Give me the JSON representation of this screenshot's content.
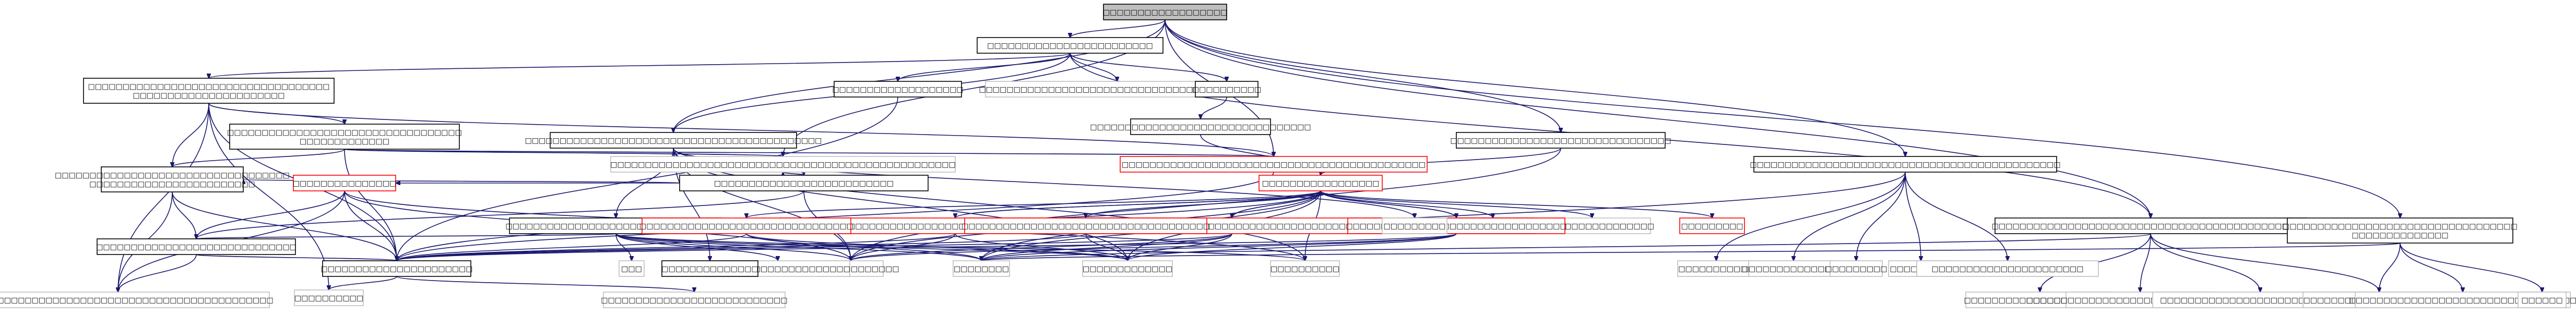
{
  "colors": {
    "edge": "#191970",
    "border_normal": "#000000",
    "border_truncated": "#ff0000",
    "border_external": "#bfbfbf",
    "fill_root": "#bfbfbf",
    "fill_default": "#ffffff"
  },
  "nodes": [
    {
      "id": "root",
      "lines": [
        "□□□□□□□□□□□□□□□□□□"
      ],
      "kind": "root"
    },
    {
      "id": "n1",
      "lines": [
        "□□□□□□□□□□□□□□□□□□□□□□□□"
      ],
      "kind": "normal"
    },
    {
      "id": "n2",
      "lines": [
        "□□□□□□□□□□□□□□□□□□□□□□□□□□□□□□□□□□□",
        "□□□□□□□□□□□□□□□□□□□□□□"
      ],
      "kind": "normal"
    },
    {
      "id": "n3",
      "lines": [
        "□□□□□□□□□□□□□□□□□□□"
      ],
      "kind": "normal"
    },
    {
      "id": "n4",
      "lines": [
        "□□□□□□□□□□□□□□□□□□□□□□□□□□□□□□□□□□□□□□□□"
      ],
      "kind": "external"
    },
    {
      "id": "n5",
      "lines": [
        "□□□□□□□□□□"
      ],
      "kind": "normal"
    },
    {
      "id": "n6",
      "lines": [
        "□□□□□□□□□□□□□□□□□□□□□□□□□□□□□□□□"
      ],
      "kind": "normal"
    },
    {
      "id": "n7",
      "lines": [
        "□□□□□□□□□□□□□□□□□□□□□□□□□□□□□□□□"
      ],
      "kind": "normal"
    },
    {
      "id": "n8",
      "lines": [
        "□□□□□□□□□□□□□□□□□□□□□□□□□□□□□□□□□□□□□□□□□□□"
      ],
      "kind": "normal"
    },
    {
      "id": "n9",
      "lines": [
        "□□□□□□□□□□□□□□□□□□□□□□□□□□□□□□□□□□",
        "□□□□□□□□□□□□□"
      ],
      "kind": "normal"
    },
    {
      "id": "n10",
      "lines": [
        "□□□□□□□□□□□□□□□□□□□□□□□□□□"
      ],
      "kind": "normal"
    },
    {
      "id": "n11",
      "lines": [
        "□□□□□□□□□□□□□□□□□□□□□□□□□□□□□□□□□□",
        "□□□□□□□□□□□□□□□□□□□□□□□□"
      ],
      "kind": "normal"
    },
    {
      "id": "n12",
      "lines": [
        "□□□□□□□□□□□□□□□□□□□□□□□□□□□□□□□□□□□□□□□□□□□□"
      ],
      "kind": "truncated"
    },
    {
      "id": "n13",
      "lines": [
        "□□□□□□□□□□□□□□□"
      ],
      "kind": "truncated"
    },
    {
      "id": "n14",
      "lines": [
        "□□□□□□□□□□□□□□□□□□□□□□□□□□□□□□□□□□□□□□□□□□□□□□□□□□"
      ],
      "kind": "external"
    },
    {
      "id": "n15",
      "lines": [
        "□□□□□□□□□□□□□□□□□"
      ],
      "kind": "truncated"
    },
    {
      "id": "n16",
      "lines": [
        "□□□□□□□□□□□□□□□□□□□□□□□□□□□□□□□□□□□□□□□□□□□□□"
      ],
      "kind": "normal"
    },
    {
      "id": "n17",
      "lines": [
        "□□□□□□□□□□□□□□□□□□□□□□□□□□□□□□□□"
      ],
      "kind": "normal"
    },
    {
      "id": "n18",
      "lines": [
        "□□□□□□□□□□□□□□□□□□□□□□□□□□□□□□□□□□□□□□□□□□□□□□□□□□□"
      ],
      "kind": "truncated"
    },
    {
      "id": "n19",
      "lines": [
        "□□□□□□□□□□□□□"
      ],
      "kind": "normal"
    },
    {
      "id": "n20",
      "lines": [
        "□□□□□□□□□□□□□□□□□□"
      ],
      "kind": "external"
    },
    {
      "id": "n21",
      "lines": [
        "□□□□□□□□□□□□□□□□□□□□□□□□□□□□□□□□□□□□□□□□□□□□□"
      ],
      "kind": "truncated"
    },
    {
      "id": "n22",
      "lines": [
        "□□□□□□□□□□□□□□□□□□□□□□□□□□□□□□□"
      ],
      "kind": "truncated"
    },
    {
      "id": "n23",
      "lines": [
        "□□□□□□□□□□□□□□□□□□□□□□□□□□□□□□□□"
      ],
      "kind": "truncated"
    },
    {
      "id": "n24",
      "lines": [
        "□□□□□□□□□□□□□□□□□□□□□□□□□□□□□□□□□□□□"
      ],
      "kind": "truncated"
    },
    {
      "id": "n25",
      "lines": [
        "□□□□□□□□□□"
      ],
      "kind": "external"
    },
    {
      "id": "n26",
      "lines": [
        "□□□□□□□□□"
      ],
      "kind": "truncated"
    },
    {
      "id": "n27",
      "lines": [
        "□□□□□□□□□□□□□□□□□□□□□□"
      ],
      "kind": "normal"
    },
    {
      "id": "n28",
      "lines": [
        "□□□□□□□□□□□□□□"
      ],
      "kind": "external"
    },
    {
      "id": "n29",
      "lines": [
        "□□□□□□□□□□□□□"
      ],
      "kind": "external"
    },
    {
      "id": "n30",
      "lines": [
        "□□□□□□□□"
      ],
      "kind": "external"
    },
    {
      "id": "n31",
      "lines": [
        "□□□□□□□□□□□□□□□□□□□□□□□□□□□"
      ],
      "kind": "external"
    },
    {
      "id": "n32",
      "lines": [
        "□□□□□□□□□□□□□□□□□□□□□□□□□□□□□□□□□□□□□□□□□□□□□□"
      ],
      "kind": "normal"
    },
    {
      "id": "n33",
      "lines": [
        "□□□□□□□□□□□□□□□□□□□□□□□□□□□□□□□□□□",
        "□□□□□□□□□□□□□□"
      ],
      "kind": "normal"
    },
    {
      "id": "n34",
      "lines": [
        "□□□□□□□□□□□□□□□□□□□□□"
      ],
      "kind": "external"
    },
    {
      "id": "n35",
      "lines": [
        "□□□"
      ],
      "kind": "external"
    },
    {
      "id": "n36",
      "lines": [
        "□□□□□□□□□□"
      ],
      "kind": "external"
    },
    {
      "id": "n37",
      "lines": [
        "□□□□□□□□□□□□□□□□□□□□□□□□□□□□□"
      ],
      "kind": "normal"
    },
    {
      "id": "n38",
      "lines": [
        "□□□□□□□□□□□□□□□□□□□□□□□□□□□□□□□□□□□□□□□□□□□□□"
      ],
      "kind": "external"
    },
    {
      "id": "n39",
      "lines": [
        "□□□□□□□□□□□□□□"
      ],
      "kind": "normal"
    },
    {
      "id": "n40",
      "lines": [
        "□□□□□□□□□"
      ],
      "kind": "external"
    },
    {
      "id": "n41",
      "lines": [
        "□□□□□□□□□□□"
      ],
      "kind": "external"
    },
    {
      "id": "n42",
      "lines": [
        "□□□□□□□□□□□□□□□"
      ],
      "kind": "external"
    },
    {
      "id": "n43",
      "lines": [
        "□□□□□□□□□"
      ],
      "kind": "external"
    },
    {
      "id": "n44",
      "lines": [
        "□□□□□□□□□"
      ],
      "kind": "external"
    },
    {
      "id": "n45",
      "lines": [
        "□□□□□□□□□□□□□□□□□□□□□□"
      ],
      "kind": "external"
    },
    {
      "id": "n46",
      "lines": [
        "□□□□□□□□□□□□□□□□□□□□□□"
      ],
      "kind": "external"
    },
    {
      "id": "n47",
      "lines": [
        "□□□□□□□□□□□□□□□□□□□□□□□□□□□□□□□□□"
      ],
      "kind": "external"
    },
    {
      "id": "n48",
      "lines": [
        "□□□□□□□□□□□□□□□□□□□□□□□□□□□□□"
      ],
      "kind": "external"
    },
    {
      "id": "n49",
      "lines": [
        "□□□□□□□□□□□□□□□□□□□□□□"
      ],
      "kind": "external"
    },
    {
      "id": "n50",
      "lines": [
        "□□□□□□□□□□□□□□□□□□□□□□□□□□□□□□□□□"
      ],
      "kind": "external"
    },
    {
      "id": "n51",
      "lines": [
        "□□□□□□"
      ],
      "kind": "external"
    }
  ],
  "edges": [
    [
      "root",
      "n1"
    ],
    [
      "root",
      "n7"
    ],
    [
      "root",
      "n8"
    ],
    [
      "root",
      "n16"
    ],
    [
      "root",
      "n32"
    ],
    [
      "root",
      "n33"
    ],
    [
      "root",
      "n12"
    ],
    [
      "root",
      "n14"
    ],
    [
      "n1",
      "n2"
    ],
    [
      "n1",
      "n3"
    ],
    [
      "n1",
      "n4"
    ],
    [
      "n1",
      "n5"
    ],
    [
      "n1",
      "n8"
    ],
    [
      "n1",
      "n32"
    ],
    [
      "n2",
      "n9"
    ],
    [
      "n2",
      "n11"
    ],
    [
      "n2",
      "n12"
    ],
    [
      "n2",
      "n38"
    ],
    [
      "n2",
      "n27"
    ],
    [
      "n2",
      "n25"
    ],
    [
      "n3",
      "n27"
    ],
    [
      "n5",
      "n6"
    ],
    [
      "n6",
      "n15"
    ],
    [
      "n7",
      "n15"
    ],
    [
      "n7",
      "n28"
    ],
    [
      "n9",
      "n11"
    ],
    [
      "n9",
      "n12"
    ],
    [
      "n9",
      "n14"
    ],
    [
      "n9",
      "n27"
    ],
    [
      "n10",
      "n11"
    ],
    [
      "n10",
      "n13"
    ],
    [
      "n10",
      "n14"
    ],
    [
      "n10",
      "n37"
    ],
    [
      "n10",
      "n28"
    ],
    [
      "n11",
      "n37"
    ],
    [
      "n11",
      "n38"
    ],
    [
      "n11",
      "n27"
    ],
    [
      "n12",
      "n27"
    ],
    [
      "n13",
      "n37"
    ],
    [
      "n13",
      "n38"
    ],
    [
      "n13",
      "n27"
    ],
    [
      "n13",
      "n28"
    ],
    [
      "n13",
      "n36"
    ],
    [
      "n8",
      "n10"
    ],
    [
      "n8",
      "n17"
    ],
    [
      "n8",
      "n39"
    ],
    [
      "n8",
      "n40"
    ],
    [
      "n8",
      "n36"
    ],
    [
      "n8",
      "n28"
    ],
    [
      "n8",
      "n29"
    ],
    [
      "n15",
      "n18"
    ],
    [
      "n15",
      "n21"
    ],
    [
      "n15",
      "n22"
    ],
    [
      "n15",
      "n23"
    ],
    [
      "n15",
      "n24"
    ],
    [
      "n15",
      "n26"
    ],
    [
      "n15",
      "n19"
    ],
    [
      "n15",
      "n20"
    ],
    [
      "n15",
      "n27"
    ],
    [
      "n15",
      "n28"
    ],
    [
      "n15",
      "n36"
    ],
    [
      "n15",
      "n29"
    ],
    [
      "n15",
      "n30"
    ],
    [
      "n18",
      "n15"
    ],
    [
      "n18",
      "n27"
    ],
    [
      "n18",
      "n28"
    ],
    [
      "n18",
      "n29"
    ],
    [
      "n21",
      "n15"
    ],
    [
      "n21",
      "n27"
    ],
    [
      "n21",
      "n28"
    ],
    [
      "n21",
      "n29"
    ],
    [
      "n21",
      "n30"
    ],
    [
      "n22",
      "n27"
    ],
    [
      "n22",
      "n29"
    ],
    [
      "n22",
      "n30"
    ],
    [
      "n23",
      "n15"
    ],
    [
      "n23",
      "n27"
    ],
    [
      "n23",
      "n28"
    ],
    [
      "n23",
      "n29"
    ],
    [
      "n23",
      "n30"
    ],
    [
      "n24",
      "n27"
    ],
    [
      "n24",
      "n29"
    ],
    [
      "n16",
      "n41"
    ],
    [
      "n16",
      "n42"
    ],
    [
      "n16",
      "n43"
    ],
    [
      "n16",
      "n44"
    ],
    [
      "n16",
      "n45"
    ],
    [
      "n16",
      "n30"
    ],
    [
      "n17",
      "n37"
    ],
    [
      "n17",
      "n34"
    ],
    [
      "n17",
      "n35"
    ],
    [
      "n17",
      "n36"
    ],
    [
      "n17",
      "n28"
    ],
    [
      "n17",
      "n30"
    ],
    [
      "n17",
      "n29"
    ],
    [
      "n37",
      "n27"
    ],
    [
      "n37",
      "n38"
    ],
    [
      "n27",
      "n31"
    ],
    [
      "n27",
      "n25"
    ],
    [
      "n32",
      "n46"
    ],
    [
      "n32",
      "n47"
    ],
    [
      "n32",
      "n48"
    ],
    [
      "n32",
      "n49"
    ],
    [
      "n32",
      "n30"
    ],
    [
      "n33",
      "n50"
    ],
    [
      "n33",
      "n51"
    ],
    [
      "n33",
      "n49"
    ],
    [
      "n33",
      "n30"
    ]
  ]
}
